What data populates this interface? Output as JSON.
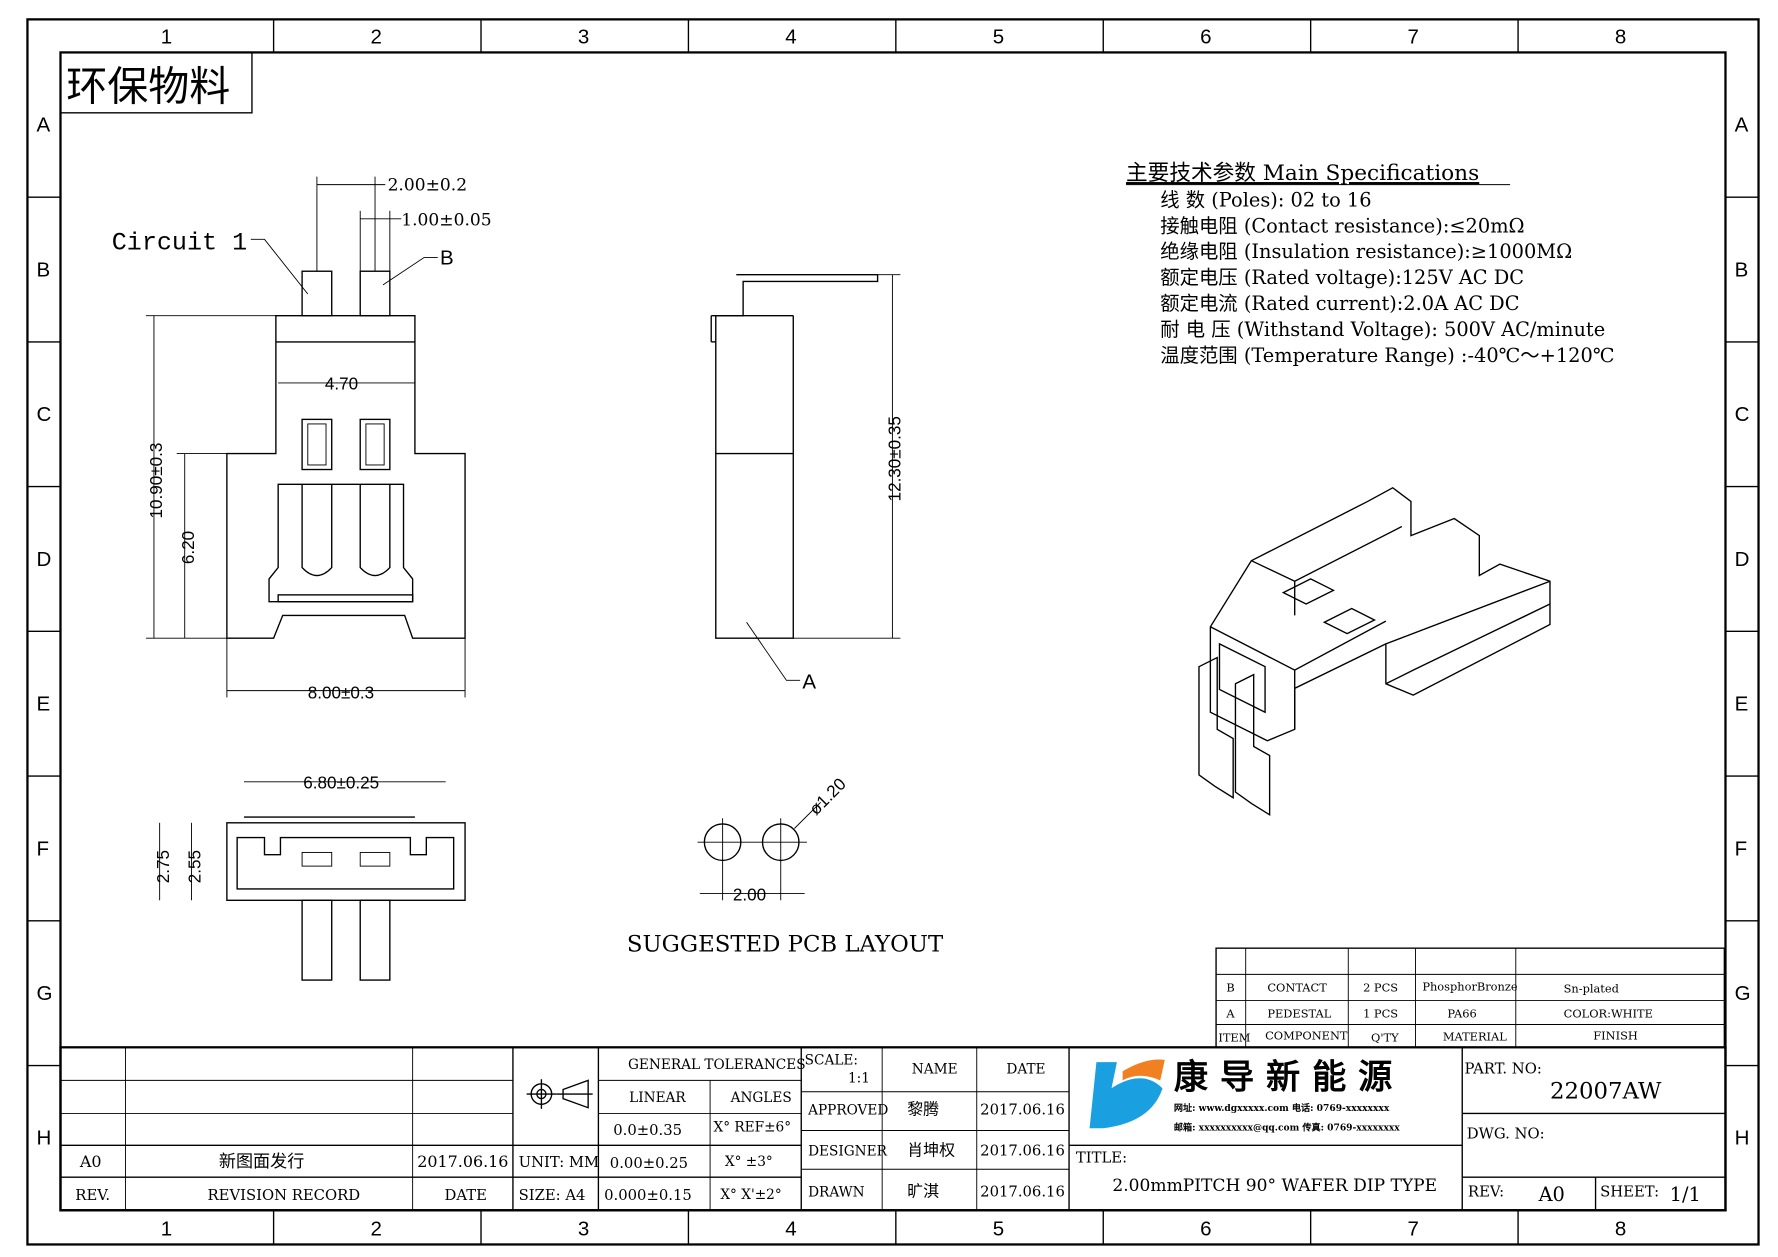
{
  "frame": {
    "columns": [
      "1",
      "2",
      "3",
      "4",
      "5",
      "6",
      "7",
      "8"
    ],
    "rows": [
      "A",
      "B",
      "C",
      "D",
      "E",
      "F",
      "G",
      "H"
    ]
  },
  "stamp": "环保物料",
  "front_view": {
    "circuit_label": "Circuit 1",
    "dim_pitch": "2.00±0.2",
    "dim_pin": "1.00±0.05",
    "callout_b": "B",
    "dim_width_inner": "4.70",
    "dim_height": "10.90±0.3",
    "dim_height_inner": "6.20",
    "dim_width": "8.00±0.3"
  },
  "side_view": {
    "dim_height": "12.30±0.35",
    "callout_a": "A"
  },
  "bottom_view": {
    "dim_width": "6.80±0.25",
    "dim_depth_outer": "2.75",
    "dim_depth_inner": "2.55"
  },
  "pcb_layout": {
    "dim_hole": "ø1.20",
    "dim_pitch": "2.00",
    "title": "SUGGESTED PCB LAYOUT"
  },
  "specs": {
    "heading": "主要技术参数 Main Specifications",
    "items": [
      "线    数 (Poles): 02 to 16",
      "接触电阻 (Contact resistance):≤20mΩ",
      "绝缘电阻 (Insulation resistance):≥1000MΩ",
      "额定电压 (Rated voltage):125V AC DC",
      "额定电流 (Rated current):2.0A AC DC",
      "耐 电 压 (Withstand Voltage): 500V AC/minute",
      "温度范围 (Temperature Range) :-40℃～+120℃"
    ]
  },
  "bom": {
    "rows": [
      {
        "item": "B",
        "component": "CONTACT",
        "qty": "2 PCS",
        "material": "PhosphorBronze",
        "finish": "Sn-plated"
      },
      {
        "item": "A",
        "component": "PEDESTAL",
        "qty": "1 PCS",
        "material": "PA66",
        "finish": "COLOR:WHITE"
      }
    ],
    "headers": {
      "item": "ITEM",
      "component": "COMPONENT",
      "qty": "Q'TY",
      "material": "MATERIAL",
      "finish": "FINISH"
    }
  },
  "revision": {
    "rev": "A0",
    "record": "新图面发行",
    "date": "2017.06.16",
    "h_rev": "REV.",
    "h_record": "REVISION RECORD",
    "h_date": "DATE"
  },
  "tolerances": {
    "heading": "GENERAL TOLERANCES",
    "linear": "LINEAR",
    "angles": "ANGLES",
    "lin": [
      "0.0±0.35",
      "0.00±0.25",
      "0.000±0.15"
    ],
    "ang": [
      "X° REF±6°",
      "X° ±3°",
      "X° X'±2°"
    ],
    "unit": "UNIT: MM",
    "size": "SIZE: A4"
  },
  "signoff": {
    "scale": "SCALE:",
    "scale_value": "1:1",
    "name": "NAME",
    "date": "DATE",
    "rows": [
      {
        "role": "APPROVED",
        "name": "黎腾",
        "date": "2017.06.16"
      },
      {
        "role": "DESIGNER",
        "name": "肖坤权",
        "date": "2017.06.16"
      },
      {
        "role": "DRAWN",
        "name": "旷淇",
        "date": "2017.06.16"
      }
    ]
  },
  "company": {
    "name": "康 导 新 能 源",
    "contact1": "网址: www.dgxxxxx.com  电话: 0769-xxxxxxxx",
    "contact2": "邮箱: xxxxxxxxxx@qq.com  传真: 0769-xxxxxxxx",
    "logo_blue": "#1aa0e0",
    "logo_orange": "#f08020"
  },
  "title": {
    "label": "TITLE:",
    "value": "2.00mmPITCH 90° WAFER DIP TYPE"
  },
  "part": {
    "label": "PART. NO:",
    "value": "22007AW",
    "dwg_label": "DWG. NO:",
    "rev_label": "REV:",
    "rev_value": "A0",
    "sheet_label": "SHEET:",
    "sheet_value": "1/1"
  }
}
